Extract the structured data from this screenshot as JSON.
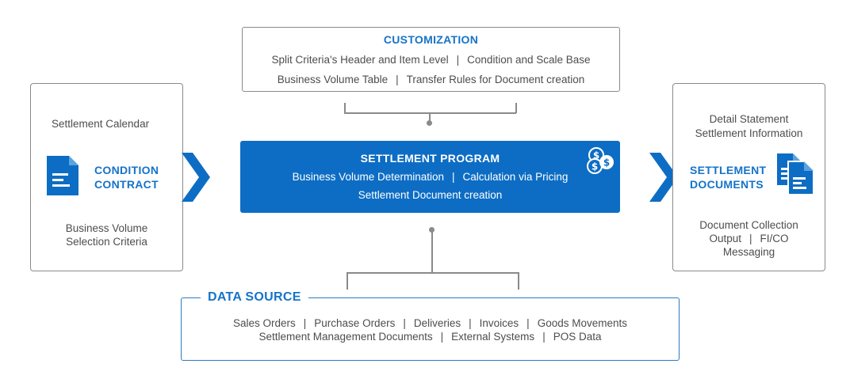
{
  "customization": {
    "title": "CUSTOMIZATION",
    "line1": [
      "Split Criteria's Header and Item Level",
      "Condition and Scale Base"
    ],
    "line2": [
      "Business Volume Table",
      "Transfer Rules for Document creation"
    ]
  },
  "condition_contract": {
    "top_text": "Settlement Calendar",
    "title_line1": "CONDITION",
    "title_line2": "CONTRACT",
    "bottom_line1": "Business Volume",
    "bottom_line2": "Selection Criteria"
  },
  "settlement_program": {
    "title": "SETTLEMENT PROGRAM",
    "line1": [
      "Business Volume Determination",
      "Calculation via Pricing"
    ],
    "line2": "Settlement Document creation"
  },
  "settlement_documents": {
    "top_line1": "Detail Statement",
    "top_line2": "Settlement Information",
    "title_line1": "SETTLEMENT",
    "title_line2": "DOCUMENTS",
    "bottom_line1": "Document Collection",
    "bottom_line2": [
      "Output",
      "FI/CO"
    ],
    "bottom_line3": "Messaging"
  },
  "data_source": {
    "title": "DATA SOURCE",
    "line1": [
      "Sales Orders",
      "Purchase Orders",
      "Deliveries",
      "Invoices",
      "Goods Movements"
    ],
    "line2": [
      "Settlement Management Documents",
      "External Systems",
      "POS Data"
    ]
  },
  "separator": "|",
  "colors": {
    "accent": "#0d6dc4",
    "border": "#8a8a8a",
    "title_blue": "#1573c9"
  },
  "icons": [
    "document-icon",
    "documents-stack-icon",
    "coins-icon",
    "chevron-right-icon"
  ]
}
